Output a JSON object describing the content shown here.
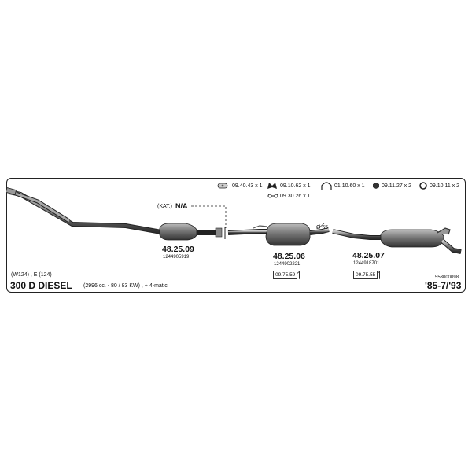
{
  "hardware": [
    {
      "icon": "clamp-bolt-icon",
      "text": "09.40.43  x 1"
    },
    {
      "icon": "rubber-hanger-icon",
      "text": "09.10.62  x 1"
    },
    {
      "icon": "bracket-icon",
      "text": "09.30.26  x 1"
    },
    {
      "icon": "u-clamp-icon",
      "text": "01.10.60  x 1"
    },
    {
      "icon": "nut-icon",
      "text": "09.11.27  x 2"
    },
    {
      "icon": "ring-icon",
      "text": "09.10.11  x 2"
    }
  ],
  "catalyst": {
    "prefix": "(KAT.)",
    "value": "N/A"
  },
  "diameter": "Ø 55",
  "parts": [
    {
      "number": "48.25.09",
      "oem": "1244905919",
      "ref": ""
    },
    {
      "number": "48.25.06",
      "oem": "1244902221",
      "ref": "09.75.59"
    },
    {
      "number": "48.25.07",
      "oem": "1244918701",
      "ref": "09.75.55"
    }
  ],
  "vehicle": {
    "series": "(W124) , E (124)",
    "model": "300 D DIESEL",
    "spec": "(2996 cc. - 80 / 83 KW) , + 4-matic",
    "code": "553000098",
    "years": "'85-7/'93"
  }
}
